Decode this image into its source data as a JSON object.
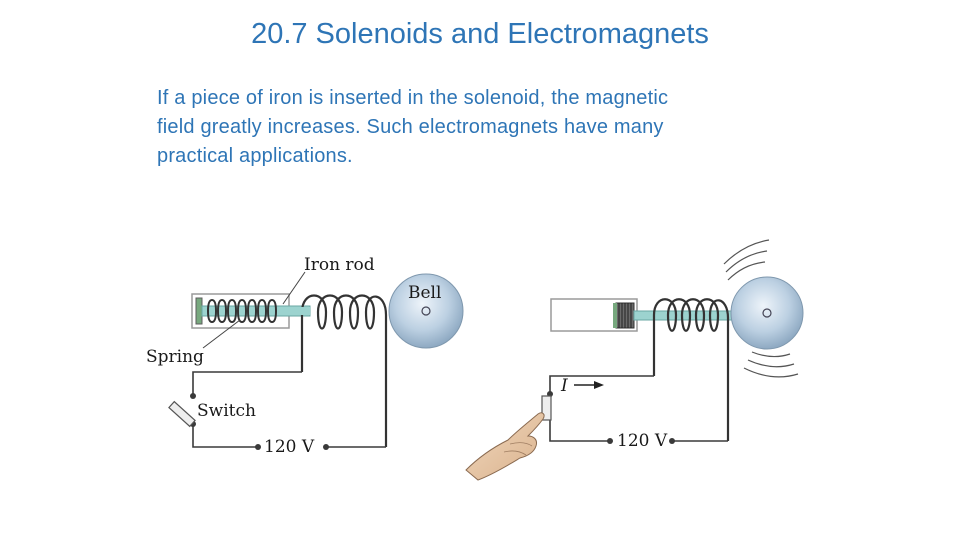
{
  "slide": {
    "title": "20.7 Solenoids and Electromagnets",
    "body_lines": [
      "If a piece of iron is inserted in the solenoid, the magnetic",
      "field greatly increases. Such electromagnets have many",
      "practical applications."
    ]
  },
  "figure": {
    "labels": {
      "iron_rod": "Iron rod",
      "bell": "Bell",
      "spring": "Spring",
      "switch": "Switch",
      "voltage_left": "120 V",
      "current": "I",
      "voltage_right": "120 V"
    }
  },
  "colors": {
    "text_accent": "#2E75B6",
    "wire": "#3a3a3a",
    "rod": "#9cd3cf",
    "bell": "#b7cde0"
  }
}
